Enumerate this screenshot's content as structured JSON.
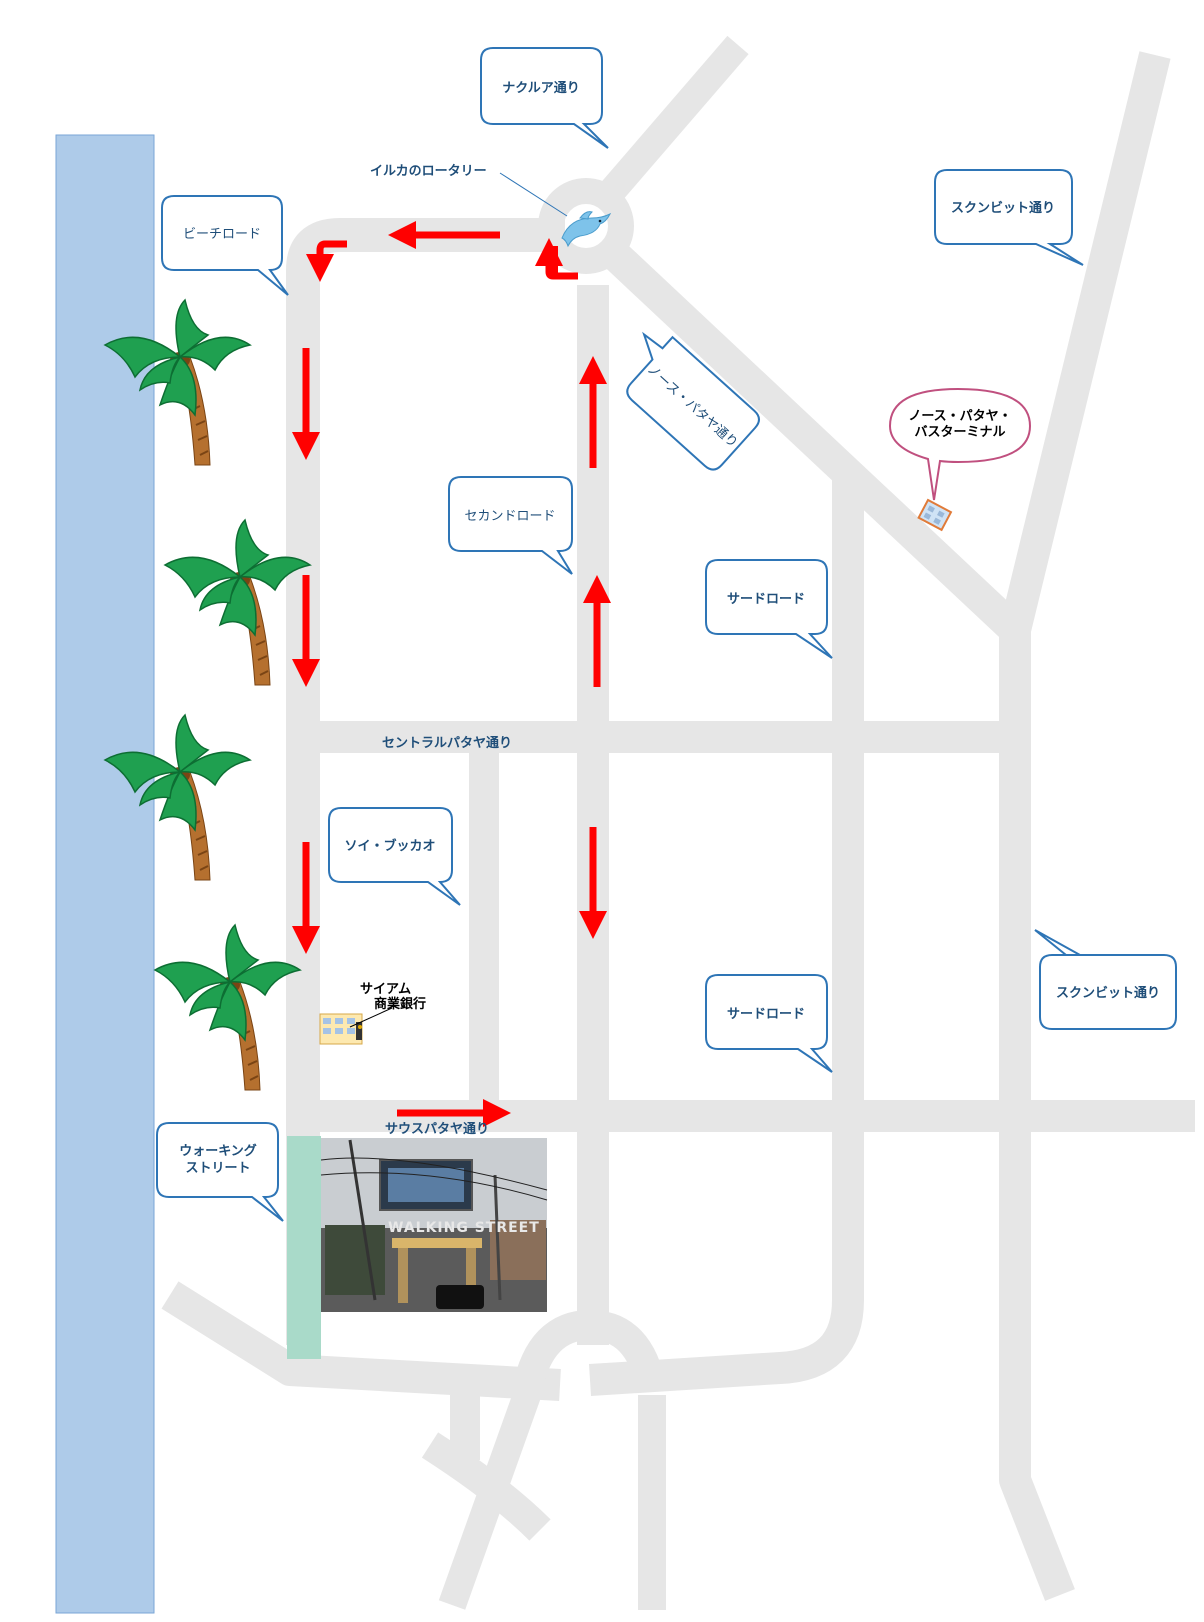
{
  "labels": {
    "naklua": "ナクルア通り",
    "dolphin_rotary": "イルカのロータリー",
    "beach_road": "ビーチロード",
    "sukhumvit_1": "スクンビット通り",
    "north_pattaya": "ノース・パタヤ通り",
    "bus_terminal_1": "ノース・パタヤ・",
    "bus_terminal_2": "バスターミナル",
    "second_road": "セカンドロード",
    "third_road_1": "サードロード",
    "third_road_2": "サードロード",
    "central_pattaya": "セントラルパタヤ通り",
    "soi_bukhao": "ソイ・ブッカオ",
    "siam_bank_1": "サイアム",
    "siam_bank_2": "商業銀行",
    "sukhumvit_2": "スクンビット通り",
    "south_pattaya": "サウスパタヤ通り",
    "walking_street_1": "ウォーキング",
    "walking_street_2": "ストリート",
    "photo_sign": "WALKING STREET"
  },
  "icons": {
    "dolphin": "dolphin-icon",
    "palm": "palm-tree-icon",
    "bus": "bus-terminal-icon",
    "bank": "bank-icon",
    "photo": "walking-street-photo"
  },
  "colors": {
    "sea": "#aecbe9",
    "road": "#e6e6e6",
    "arrow": "#ff0000",
    "walking_street": "#a9dac9",
    "callout_border": "#2e75b6",
    "callout_text": "#1f4e79",
    "terminal_border": "#c0507f"
  }
}
